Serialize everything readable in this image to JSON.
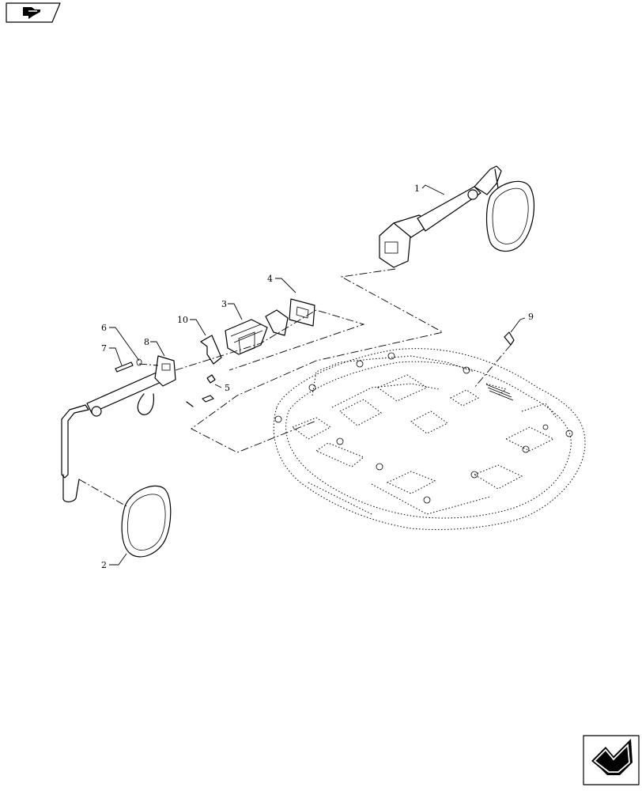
{
  "callouts": [
    {
      "id": "1",
      "label": "1"
    },
    {
      "id": "2",
      "label": "2"
    },
    {
      "id": "3",
      "label": "3"
    },
    {
      "id": "4",
      "label": "4"
    },
    {
      "id": "5",
      "label": "5"
    },
    {
      "id": "6",
      "label": "6"
    },
    {
      "id": "7",
      "label": "7"
    },
    {
      "id": "8",
      "label": "8"
    },
    {
      "id": "9",
      "label": "9"
    },
    {
      "id": "10",
      "label": "10"
    }
  ],
  "icons": {
    "top_left": "parts-catalog-arrow-icon",
    "bottom_right": "next-page-arrow-icon"
  }
}
